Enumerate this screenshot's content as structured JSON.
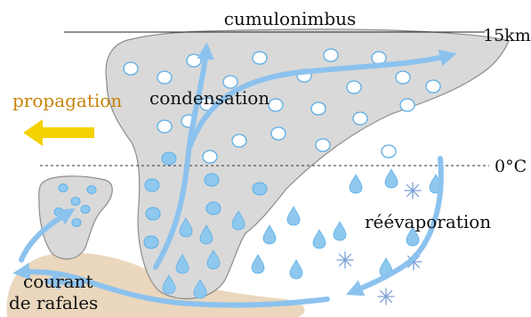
{
  "labels": {
    "cloud_name": "cumulonimbus",
    "top_altitude": "15km",
    "freezing_level": "0°C",
    "condensation": "condensation",
    "propagation": "propagation",
    "reevaporation": "réévaporation",
    "gust_front_line1": "courant",
    "gust_front_line2": "de rafales"
  },
  "colors": {
    "cloud_fill": "#d9d9d9",
    "cloud_stroke": "#8c8c8c",
    "updraft_arrow": "#8cc2ee",
    "ice_crystal_fill": "#ffffff",
    "ice_crystal_stroke": "#5aaee8",
    "droplet_fill": "#8fc8ee",
    "snowflake": "#7aa0d8",
    "gust_ground": "#ead7bd",
    "propagation_arrow": "#f2d200",
    "propagation_text": "#c8830b",
    "text": "#111111"
  },
  "icons": [
    "propagation-arrow-icon",
    "ice-crystal-icon",
    "raindrop-icon",
    "snowflake-icon",
    "updraft-arrow-icon"
  ]
}
